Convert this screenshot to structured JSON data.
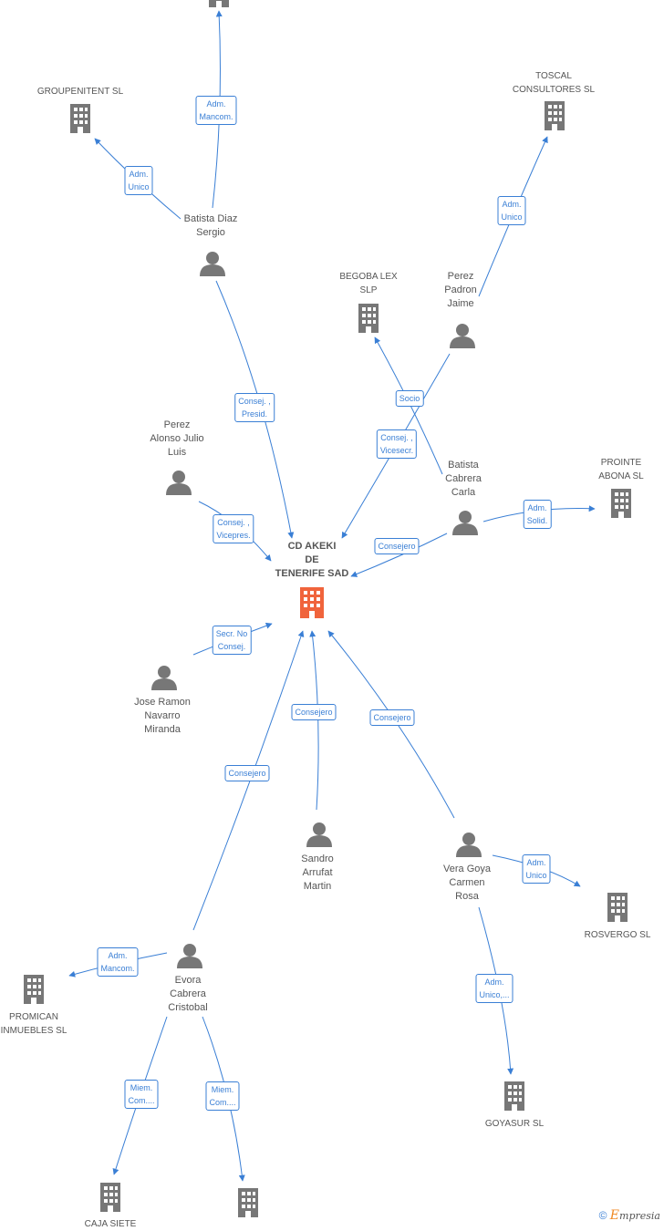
{
  "center": {
    "label": "CD AKEKI\nDE\nTENERIFE SAD"
  },
  "companies": [
    {
      "id": "top",
      "label": ""
    },
    {
      "id": "groupenitent",
      "label": "GROUPENITENT SL"
    },
    {
      "id": "toscal",
      "label": "TOSCAL\nCONSULTORES SL"
    },
    {
      "id": "begoba",
      "label": "BEGOBA LEX\nSLP"
    },
    {
      "id": "prointe",
      "label": "PROINTE\nABONA SL"
    },
    {
      "id": "rosvergo",
      "label": "ROSVERGO SL"
    },
    {
      "id": "promican",
      "label": "PROMICAN\nINMUEBLES SL"
    },
    {
      "id": "goyasur",
      "label": "GOYASUR SL"
    },
    {
      "id": "caja",
      "label": "CAJA SIETE"
    },
    {
      "id": "bottom2",
      "label": ""
    }
  ],
  "persons": [
    {
      "id": "batista_diaz",
      "label": "Batista Diaz\nSergio"
    },
    {
      "id": "perez_padron",
      "label": "Perez\nPadron\nJaime"
    },
    {
      "id": "perez_alonso",
      "label": "Perez\nAlonso Julio\nLuis"
    },
    {
      "id": "batista_cabrera",
      "label": "Batista\nCabrera\nCarla"
    },
    {
      "id": "jose_ramon",
      "label": "Jose Ramon\nNavarro\nMiranda"
    },
    {
      "id": "sandro",
      "label": "Sandro\nArrufat\nMartin"
    },
    {
      "id": "vera",
      "label": "Vera Goya\nCarmen\nRosa"
    },
    {
      "id": "evora",
      "label": "Evora\nCabrera\nCristobal"
    }
  ],
  "edges": [
    {
      "label": "Adm.\nMancom."
    },
    {
      "label": "Adm.\nUnico"
    },
    {
      "label": "Adm.\nUnico"
    },
    {
      "label": "Consej. ,\nPresid."
    },
    {
      "label": "Socio"
    },
    {
      "label": "Consej. ,\nVicesecr."
    },
    {
      "label": "Consej. ,\nVicepres."
    },
    {
      "label": "Consejero"
    },
    {
      "label": "Adm.\nSolid."
    },
    {
      "label": "Secr.  No\nConsej."
    },
    {
      "label": "Consejero"
    },
    {
      "label": "Consejero"
    },
    {
      "label": "Consejero"
    },
    {
      "label": "Adm.\nUnico"
    },
    {
      "label": "Adm.\nUnico,..."
    },
    {
      "label": "Adm.\nMancom."
    },
    {
      "label": "Miem.\nCom...."
    },
    {
      "label": "Miem.\nCom...."
    }
  ],
  "colors": {
    "edge": "#3a7fd5",
    "building": "#777777",
    "center_building": "#f0643c",
    "person": "#777777"
  },
  "brand": {
    "copyright": "©",
    "name_initial": "E",
    "name_rest": "mpresia"
  }
}
